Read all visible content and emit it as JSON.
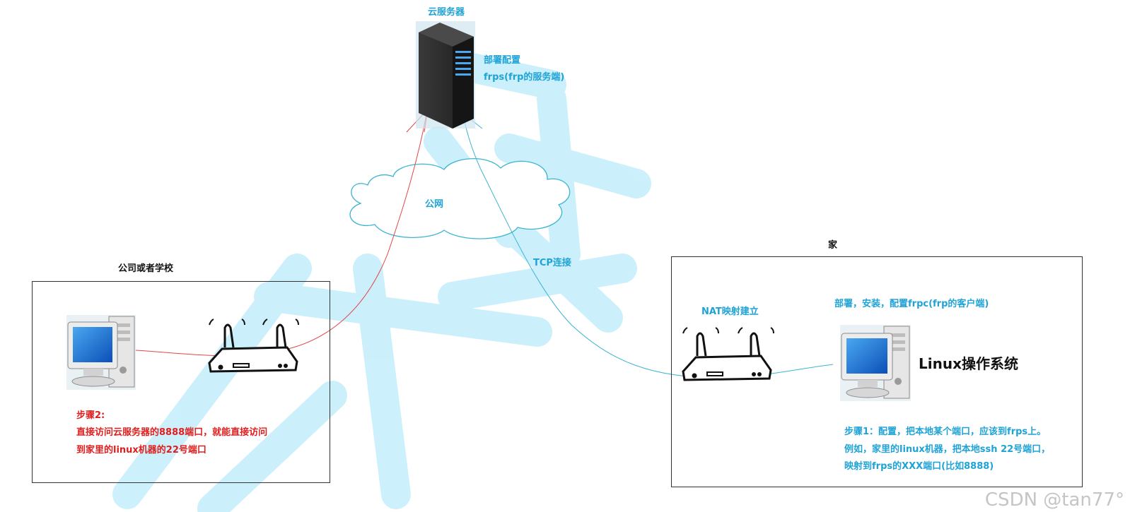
{
  "colors": {
    "accent_blue": "#1fa3d6",
    "step_red": "#e01e1e",
    "red_line": "#e04848",
    "cyan_line": "#3cb4d0",
    "watermark": "#c4eefb"
  },
  "server": {
    "title": "云服务器",
    "note_line1": "部署配置",
    "note_line2": "frps(frp的服务端)",
    "icon": "server-tower-icon"
  },
  "cloud": {
    "label": "公网",
    "icon": "cloud-icon"
  },
  "connection": {
    "label": "TCP连接"
  },
  "office": {
    "title": "公司或者学校",
    "pc_icon": "desktop-computer-icon",
    "router_icon": "wifi-router-icon",
    "step_title": "步骤2:",
    "step_line1": "直接访问云服务器的8888端口，就能直接访问",
    "step_line2": "到家里的linux机器的22号端口"
  },
  "home": {
    "title": "家",
    "nat_label": "NAT映射建立",
    "deploy_label": "部署，安装，配置frpc(frp的客户端)",
    "linux_label": "Linux操作系统",
    "pc_icon": "desktop-computer-icon",
    "router_icon": "wifi-router-icon",
    "step_line1": "步骤1：配置，把本地某个端口，应该到frps上。",
    "step_line2": "例如，家里的linux机器，把本地ssh 22号端口，",
    "step_line3": "映射到frps的XXX端口(比如8888)"
  },
  "watermark_text": "CSDN @tan77°"
}
